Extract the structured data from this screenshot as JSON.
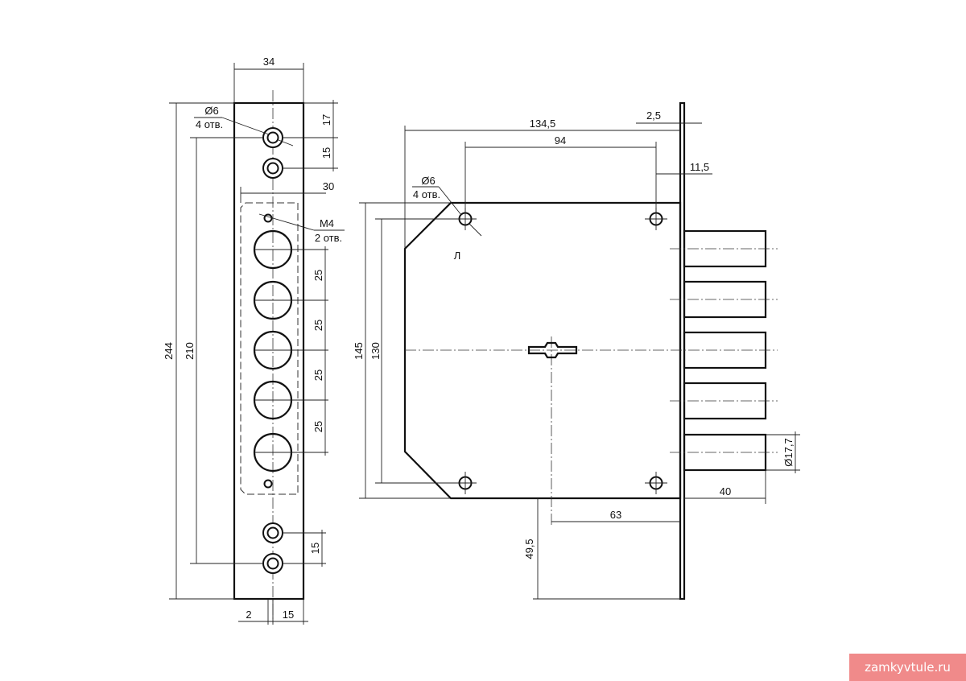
{
  "strip": {
    "dim_width": "34",
    "dim_inner_width": "30",
    "dim_height_total": "244",
    "dim_height_holes": "210",
    "dim_top_1": "17",
    "dim_top_2": "15",
    "dim_bottom": "15",
    "dim_pitch": [
      "25",
      "25",
      "25",
      "25"
    ],
    "dim_foot_left": "2",
    "dim_foot_right": "15",
    "hole_spec_size": "Ø6",
    "hole_spec_count": "4 отв.",
    "thread_spec_size": "M4",
    "thread_spec_count": "2 отв."
  },
  "body": {
    "dim_backset_total": "134,5",
    "dim_hole_span": "94",
    "dim_faceplate": "2,5",
    "dim_offset": "11,5",
    "dim_height_total": "145",
    "dim_height_holes": "130",
    "dim_keyhole": "63",
    "dim_bottom_offset": "49,5",
    "dim_bolt_length": "40",
    "dim_bolt_diameter": "Ø17,7",
    "hole_spec_size": "Ø6",
    "hole_spec_count": "4 отв.",
    "side_label": "Л"
  },
  "watermark": "zamkyvtule.ru"
}
